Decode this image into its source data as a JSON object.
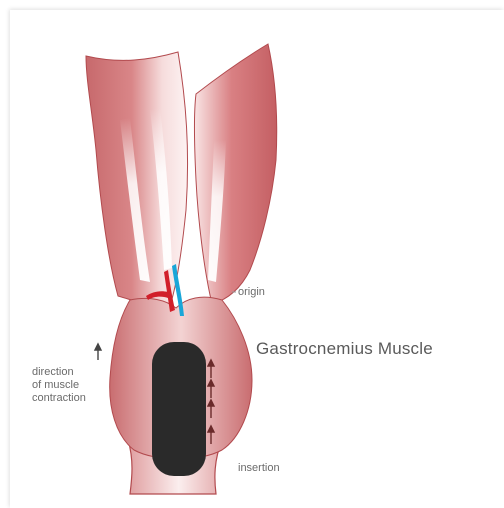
{
  "labels": {
    "origin": "origin",
    "title": "Gastrocnemius Muscle",
    "direction_line1": "direction",
    "direction_line2": "of muscle",
    "direction_line3": "contraction",
    "insertion": "insertion"
  },
  "colors": {
    "muscle_dark": "#c0666a",
    "muscle_mid": "#d98c8e",
    "muscle_light": "#fbeeee",
    "outline": "#b24a4e",
    "bone": "#2a2a2a",
    "vein": "#1aa6d8",
    "artery": "#d11f2a",
    "arrow": "#6a2a2a",
    "text": "#6b6b6b"
  }
}
